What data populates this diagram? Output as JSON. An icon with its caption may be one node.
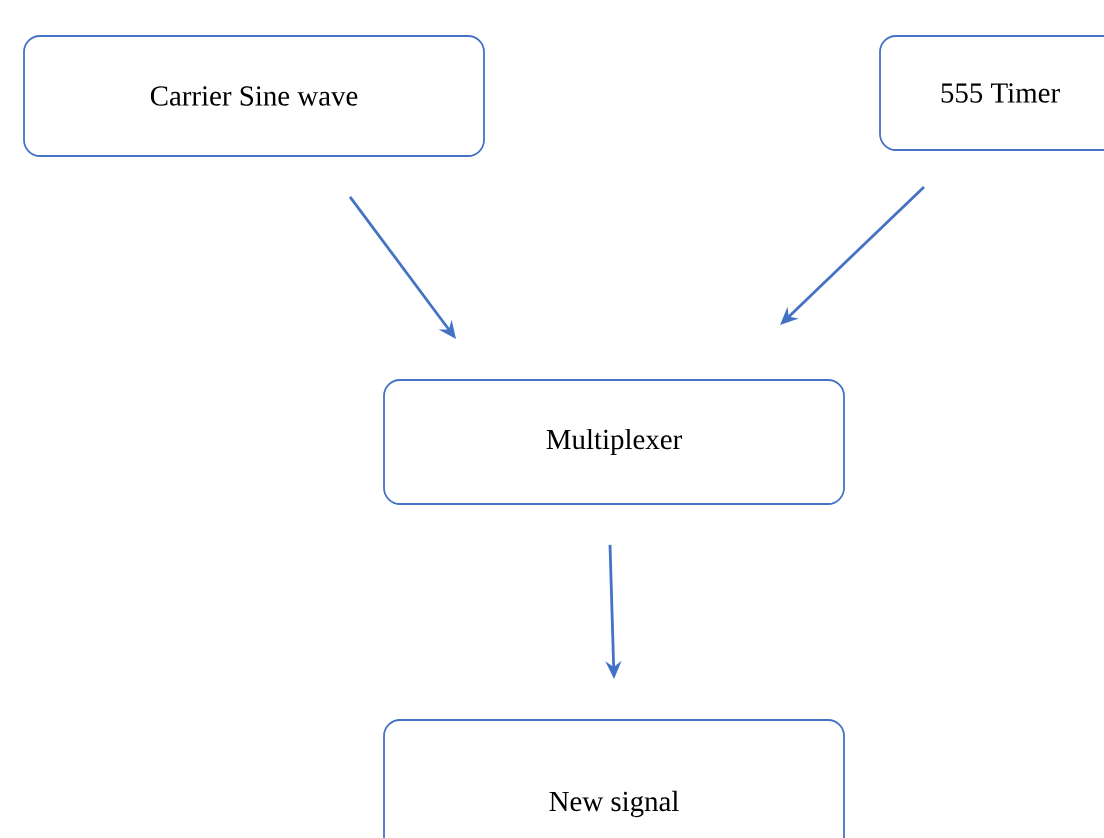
{
  "diagram": {
    "nodes": [
      {
        "text": [
          "Carrier Sine wave"
        ]
      },
      {
        "text": [
          "555 Timer"
        ]
      },
      {
        "text": [
          "Multiplexer"
        ]
      },
      {
        "text": [
          "New signal"
        ]
      }
    ],
    "edges": [
      {
        "from": 0,
        "to": 2,
        "arrow": "to"
      },
      {
        "from": 1,
        "to": 2,
        "arrow": "to"
      },
      {
        "from": 2,
        "to": 3,
        "arrow": "to"
      }
    ]
  }
}
